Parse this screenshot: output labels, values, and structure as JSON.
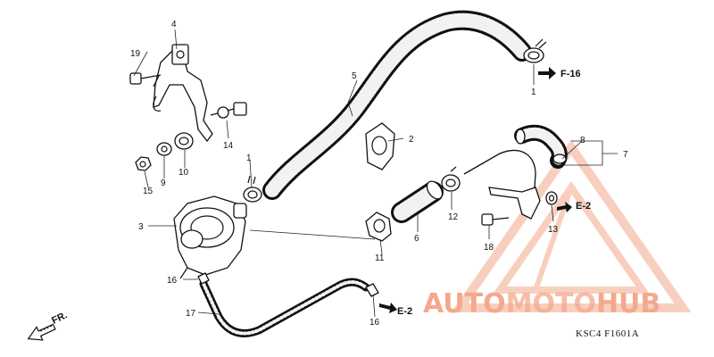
{
  "callouts": {
    "c1a": "1",
    "c1b": "1",
    "c2": "2",
    "c3": "3",
    "c4": "4",
    "c5": "5",
    "c6": "6",
    "c7": "7",
    "c8": "8",
    "c9": "9",
    "c10": "10",
    "c11": "11",
    "c12": "12",
    "c13": "13",
    "c14": "14",
    "c15": "15",
    "c16a": "16",
    "c16b": "16",
    "c17": "17",
    "c18": "18",
    "c19": "19"
  },
  "refs": {
    "f16": "F-16",
    "e2a": "E-2",
    "e2b": "E-2"
  },
  "front_label": "FR.",
  "diagram_code": "KSC4  F1601A",
  "watermark": {
    "part1": "AUTO",
    "part2": "MOTO",
    "part3": "HUB",
    "color": "#f4a98c"
  },
  "colors": {
    "ink": "#111111",
    "watermark": "#f4a98c"
  }
}
